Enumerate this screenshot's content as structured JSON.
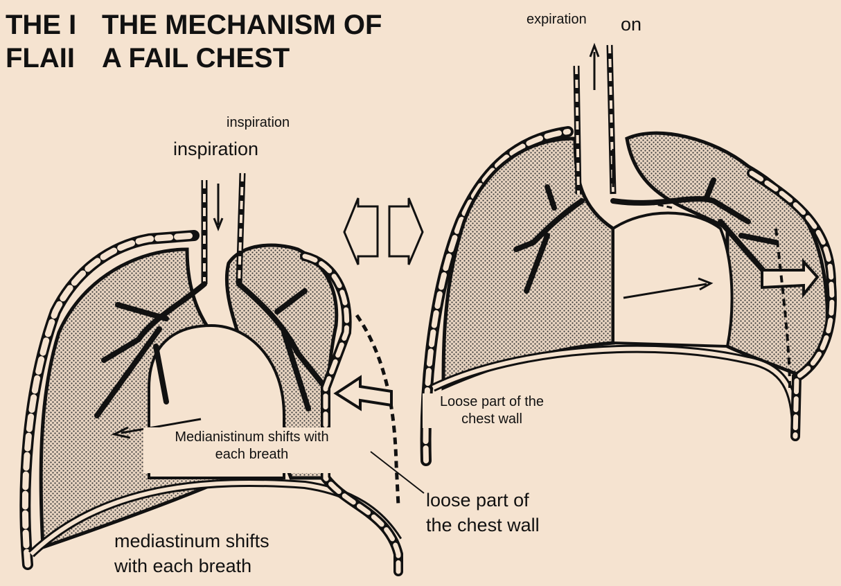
{
  "title_behind": {
    "line1": "THE I",
    "line2": "FLAII"
  },
  "title": {
    "line1": "THE MECHANISM OF",
    "line2": "A FAIL CHEST"
  },
  "labels": {
    "expiration_small": "expiration",
    "expiration_fragment": "on",
    "inspiration_small": "inspiration",
    "inspiration_large": "inspiration",
    "loose_part_box_line1": "Loose part of the",
    "loose_part_box_line2": "chest wall",
    "mediastinum_box_line1": "Medianistinum shifts with",
    "mediastinum_box_line2": "each breath",
    "loose_part_large_line1": "loose part of",
    "loose_part_large_line2": "the chest wall",
    "mediastinum_large_line1": "mediastinum shifts",
    "mediastinum_large_line2": "with each breath"
  },
  "colors": {
    "background": "#f5e3d0",
    "ink": "#111111"
  }
}
